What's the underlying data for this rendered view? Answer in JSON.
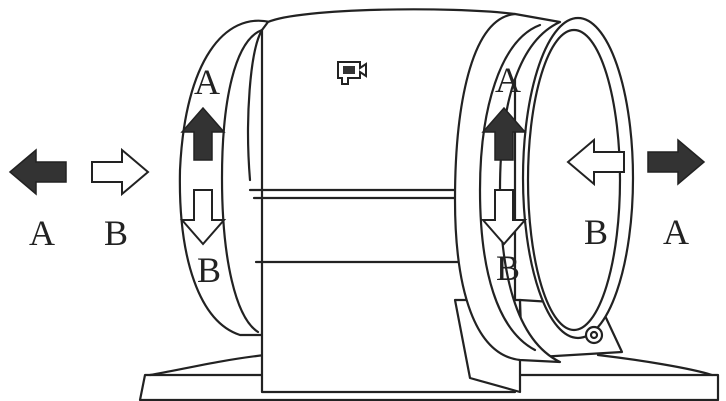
{
  "labels": {
    "left_outer_a": "A",
    "left_outer_b": "B",
    "left_ring_top_a": "A",
    "left_ring_bottom_b": "B",
    "right_ring_top_a": "A",
    "right_ring_bottom_b": "B",
    "right_inner_b": "B",
    "right_outer_a": "A"
  },
  "colors": {
    "line": "#222222",
    "filled_arrow": "#333333",
    "outline_arrow": "#ffffff",
    "background": "#ffffff"
  },
  "icons": {
    "rotation_direction": "filled-arrow-a",
    "opposite_direction": "outline-arrow-b",
    "top_marking": "bracket-symbol"
  }
}
